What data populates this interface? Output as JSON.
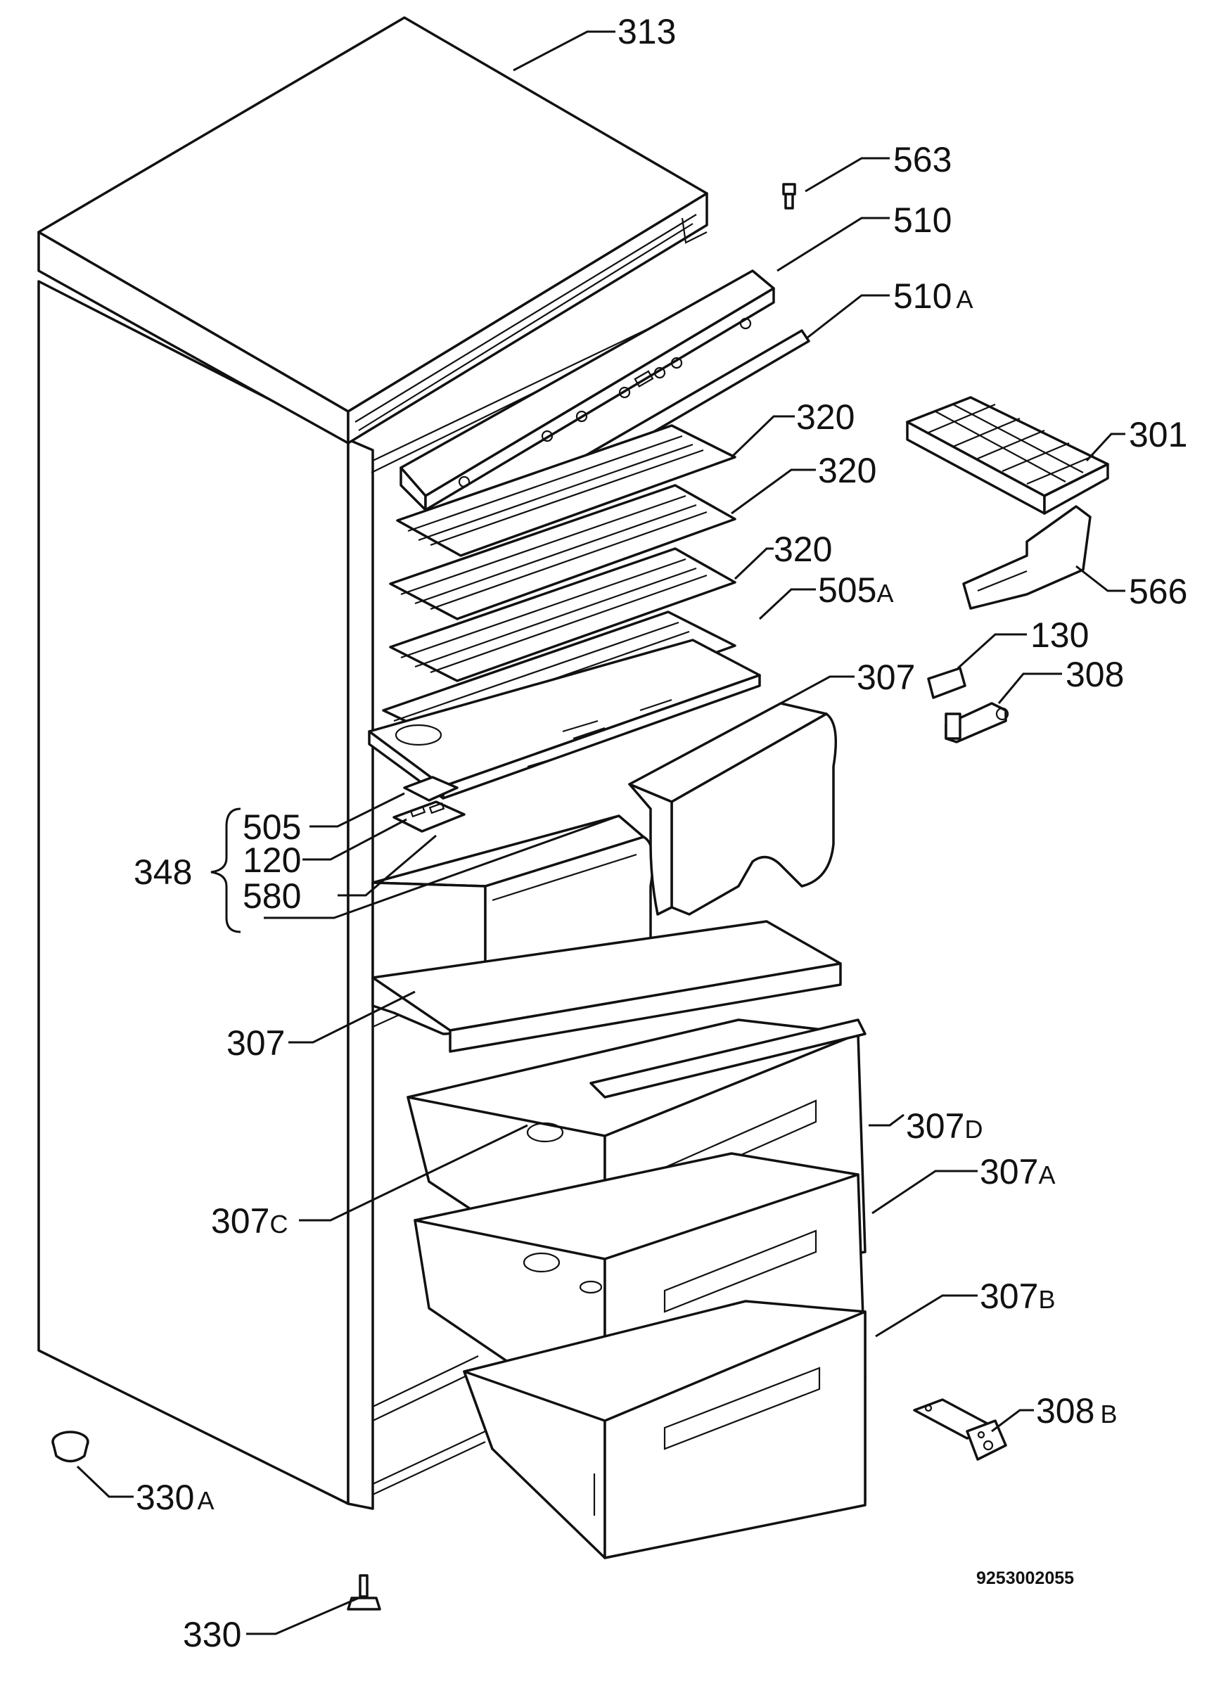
{
  "diagram": {
    "drawing_number": "9253002055",
    "group": {
      "label": "348",
      "members": [
        "505",
        "120",
        "580"
      ]
    },
    "labels": [
      {
        "id": "313",
        "main": "313",
        "suffix": ""
      },
      {
        "id": "563",
        "main": "563",
        "suffix": ""
      },
      {
        "id": "510",
        "main": "510",
        "suffix": ""
      },
      {
        "id": "510A",
        "main": "510",
        "suffix": "A"
      },
      {
        "id": "320a",
        "main": "320",
        "suffix": ""
      },
      {
        "id": "320b",
        "main": "320",
        "suffix": ""
      },
      {
        "id": "320c",
        "main": "320",
        "suffix": ""
      },
      {
        "id": "301",
        "main": "301",
        "suffix": ""
      },
      {
        "id": "566",
        "main": "566",
        "suffix": ""
      },
      {
        "id": "505A",
        "main": "505",
        "suffix": "A"
      },
      {
        "id": "130",
        "main": "130",
        "suffix": ""
      },
      {
        "id": "308",
        "main": "308",
        "suffix": ""
      },
      {
        "id": "307a",
        "main": "307",
        "suffix": ""
      },
      {
        "id": "505",
        "main": "505",
        "suffix": ""
      },
      {
        "id": "120",
        "main": "120",
        "suffix": ""
      },
      {
        "id": "580",
        "main": "580",
        "suffix": ""
      },
      {
        "id": "348",
        "main": "348",
        "suffix": ""
      },
      {
        "id": "307b",
        "main": "307",
        "suffix": ""
      },
      {
        "id": "307D",
        "main": "307",
        "suffix": "D"
      },
      {
        "id": "307A",
        "main": "307",
        "suffix": "A"
      },
      {
        "id": "307C",
        "main": "307",
        "suffix": "C"
      },
      {
        "id": "307B",
        "main": "307",
        "suffix": "B"
      },
      {
        "id": "308B",
        "main": "308",
        "suffix": "B"
      },
      {
        "id": "330A",
        "main": "330",
        "suffix": "A"
      },
      {
        "id": "330",
        "main": "330",
        "suffix": ""
      }
    ]
  }
}
